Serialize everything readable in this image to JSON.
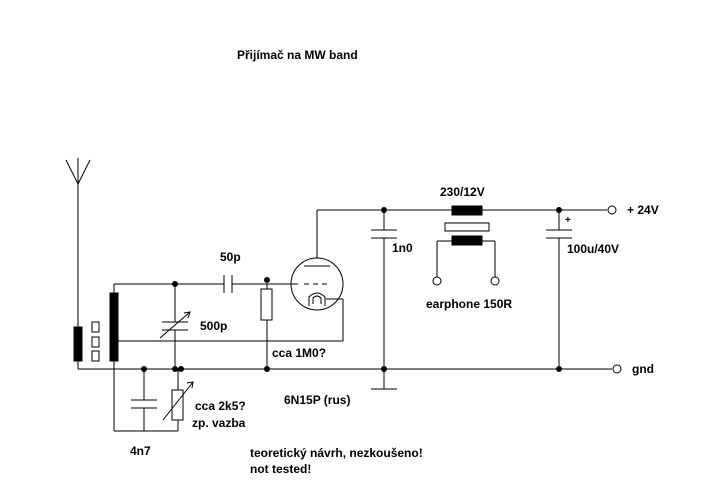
{
  "title": "Přijímač na MW band",
  "components": {
    "c_coupling": "50p",
    "c_tuning": "500p",
    "r_grid": "cca 1M0?",
    "tube": "6N15P (rus)",
    "c_plate": "1n0",
    "transformer": "230/12V",
    "earphone": "earphone 150R",
    "c_filter": "100u/40V",
    "c_polarity": "+",
    "r_feedback": "cca 2k5?",
    "r_feedback_note": "zp. vazba",
    "c_ground": "4n7"
  },
  "terminals": {
    "supply": "+ 24V",
    "ground": "gnd"
  },
  "notes": {
    "line1": "teoretický návrh, nezkoušeno!",
    "line2": "not tested!"
  },
  "colors": {
    "ink": "#000000",
    "background": "#ffffff"
  }
}
